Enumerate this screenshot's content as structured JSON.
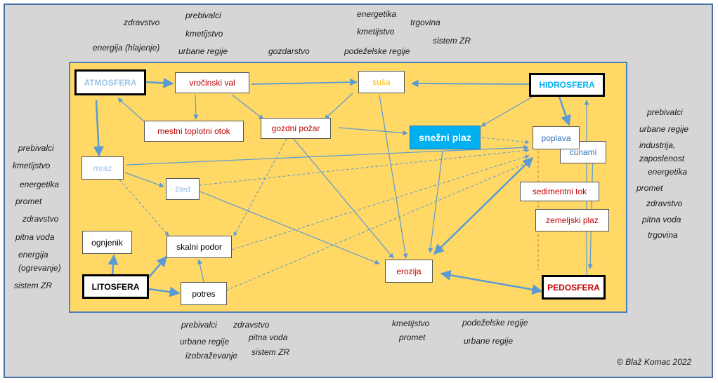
{
  "colors": {
    "background": "#d6d6d6",
    "panel": "#ffd866",
    "arrow": "#5b9bd5",
    "red_text": "#c00000",
    "blue_text": "#00b0f0",
    "light_blue_text": "#9dc3e6",
    "gold_text": "#ffc000"
  },
  "nodes": {
    "atmosfera": "ATMOSFERA",
    "hidrosfera": "HIDROSFERA",
    "litosfera": "LITOSFERA",
    "pedosfera": "PEDOSFERA",
    "vrocinski_val": "vročinski val",
    "susa": "suša",
    "mestni_toplotni_otok": "mestni toplotni otok",
    "gozdni_pozar": "gozdni požar",
    "snezni_plaz": "snežni plaz",
    "poplava": "poplava",
    "cunami": "cunami",
    "mraz": "mraz",
    "zled": "žled",
    "sedimentni_tok": "sedimentni tok",
    "zemeljski_plaz": "zemeljski plaz",
    "ognjenik": "ognjenik",
    "skalni_podor": "skalni podor",
    "potres": "potres",
    "erozija": "erozija"
  },
  "sectors": {
    "top_left": [
      "zdravstvo",
      "prebivalci",
      "kmetijstvo",
      "energija (hlajenje)",
      "urbane regije"
    ],
    "top_middle": [
      "gozdarstvo"
    ],
    "top_right": [
      "energetika",
      "trgovina",
      "kmetijstvo",
      "sistem ZR",
      "podeželske regije"
    ],
    "left": [
      "prebivalci",
      "kmetijstvo",
      "energetika",
      "promet",
      "zdravstvo",
      "pitna voda",
      "energija",
      "(ogrevanje)",
      "sistem ZR"
    ],
    "right": [
      "prebivalci",
      "urbane regije",
      "industrija,",
      "zaposlenost",
      "energetika",
      "promet",
      "zdravstvo",
      "pitna voda",
      "trgovina"
    ],
    "bottom_left": [
      "prebivalci",
      "zdravstvo",
      "urbane regije",
      "pitna voda",
      "izobraževanje",
      "sistem ZR"
    ],
    "bottom_right": [
      "kmetijstvo",
      "podeželske regije",
      "promet",
      "urbane regije"
    ]
  },
  "copyright": "© Blaž Komac 2022"
}
